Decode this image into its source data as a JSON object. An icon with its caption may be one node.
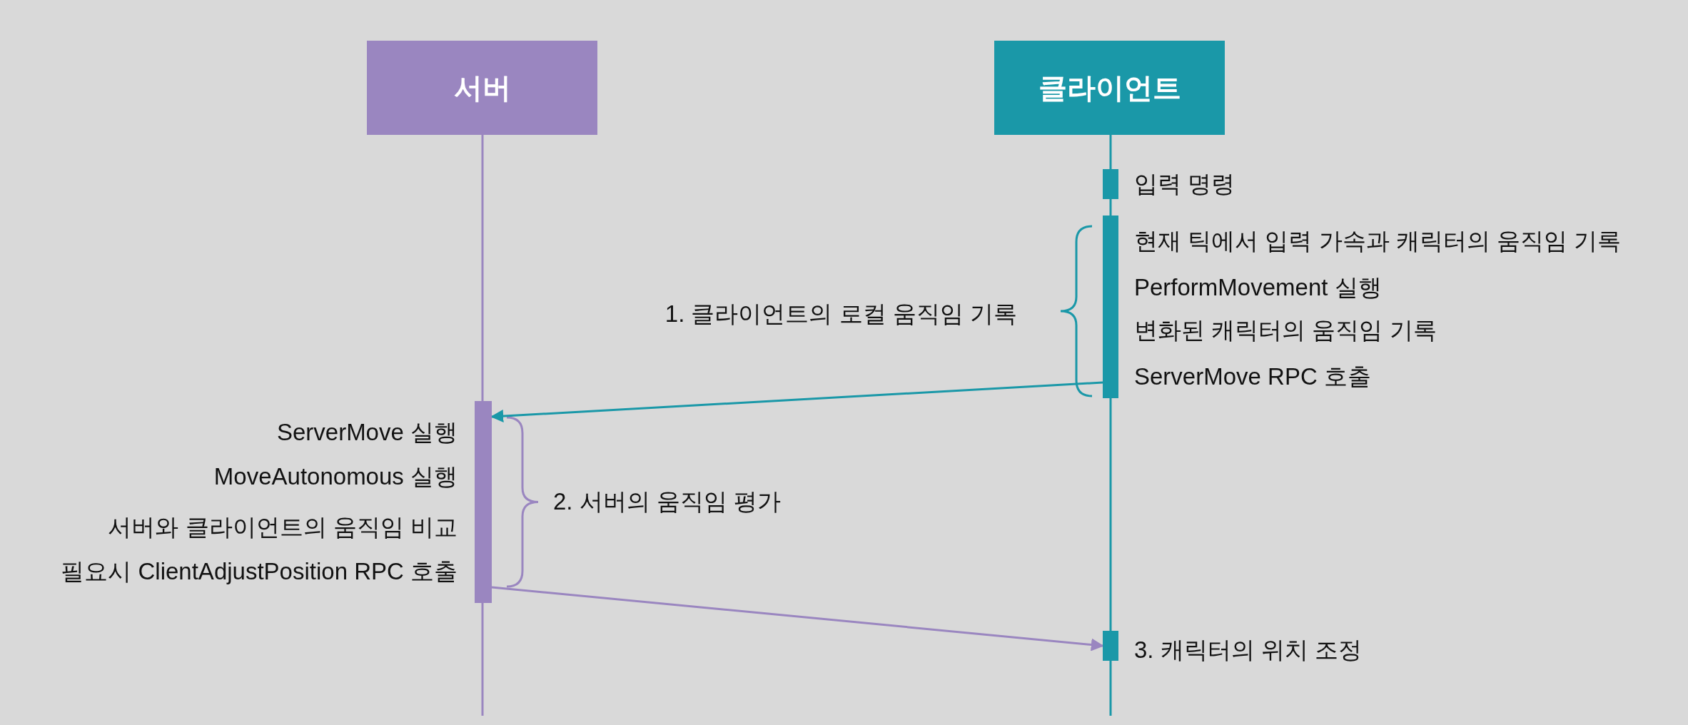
{
  "diagram": {
    "nodes": [
      {
        "text": [
          "서버"
        ]
      },
      {
        "text": [
          "클라이언트"
        ]
      },
      {
        "text": [],
        "shape": "bar",
        "beside": [
          "입력 명령"
        ]
      },
      {
        "text": [],
        "shape": "bar",
        "beside": [
          "현재 틱에서 입력 가속과 캐릭터의 움직임 기록",
          "PerformMovement 실행",
          "변화된 캐릭터의 움직임 기록",
          "ServerMove RPC 호출"
        ]
      },
      {
        "text": [],
        "shape": "bar",
        "beside": [
          "ServerMove 실행",
          "MoveAutonomous 실행",
          "서버와 클라이언트의 움직임 비교",
          "필요시 ClientAdjustPosition RPC 호출"
        ]
      },
      {
        "text": [],
        "shape": "bar",
        "beside": [
          "3. 캐릭터의 위치 조정"
        ]
      }
    ],
    "edges": [
      {
        "from": 3,
        "to": 4,
        "arrow": "to",
        "color": "#1a98a8"
      },
      {
        "from": 4,
        "to": 5,
        "arrow": "to",
        "color": "#9a86c0"
      }
    ],
    "labels": [
      "1. 클라이언트의 로컬 움직임 기록",
      "2. 서버의 움직임 평가"
    ]
  }
}
